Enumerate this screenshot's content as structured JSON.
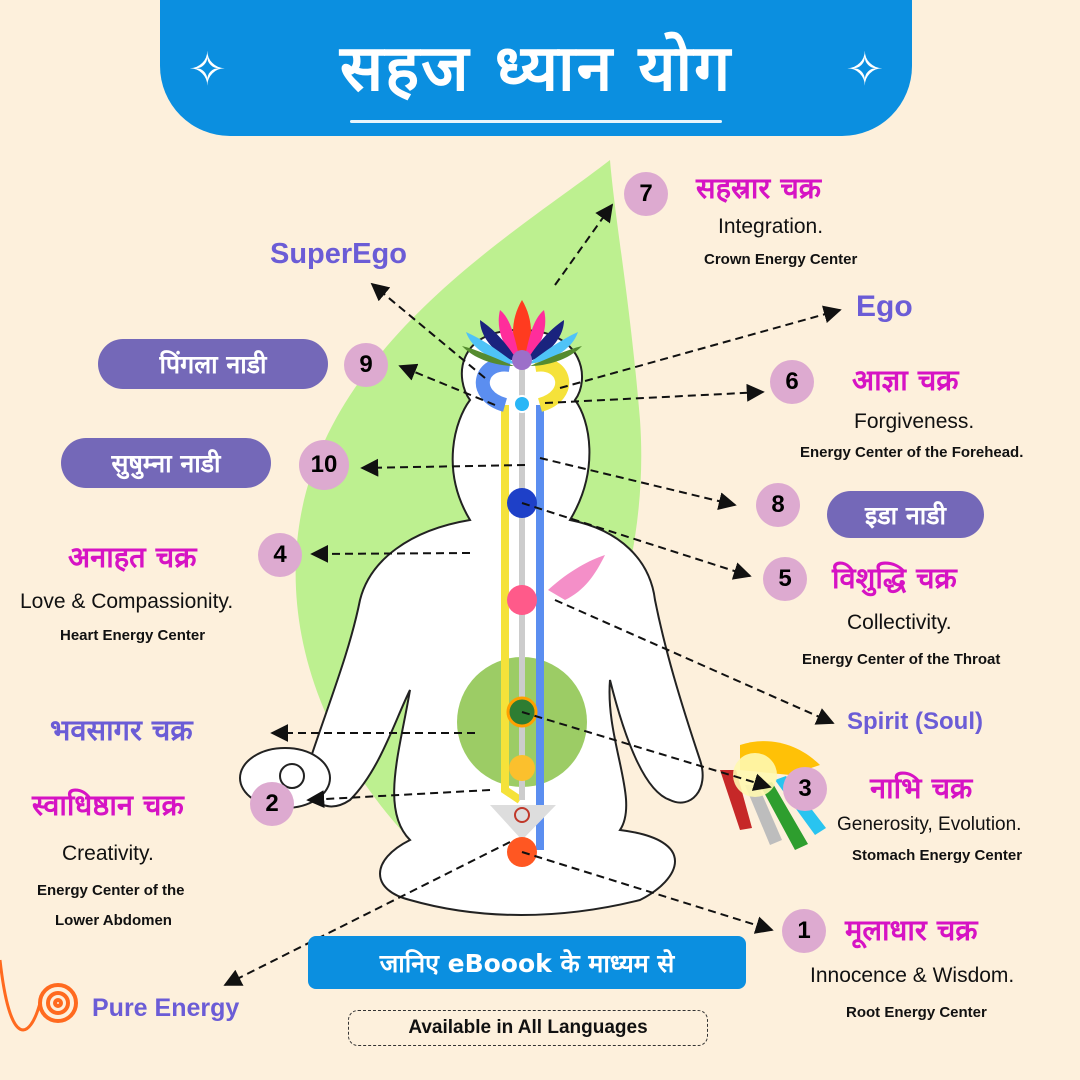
{
  "header": {
    "title": "सहज ध्यान योग",
    "ornament_left": "✧",
    "ornament_right": "✧",
    "bg_color": "#0b8fe0"
  },
  "chakras": [
    {
      "number": "1",
      "name_hi": "मूलाधार चक्र",
      "quality": "Innocence & Wisdom.",
      "center": "Root Energy Center"
    },
    {
      "number": "2",
      "name_hi": "स्वाधिष्ठान चक्र",
      "quality": "Creativity.",
      "center_line1": "Energy Center of the",
      "center_line2": "Lower Abdomen"
    },
    {
      "number": "3",
      "name_hi": "नाभि चक्र",
      "quality": "Generosity, Evolution.",
      "center": "Stomach Energy Center"
    },
    {
      "number": "4",
      "name_hi": "अनाहत चक्र",
      "quality": "Love & Compassionity.",
      "center": "Heart Energy Center"
    },
    {
      "number": "5",
      "name_hi": "विशुद्धि चक्र",
      "quality": "Collectivity.",
      "center": "Energy Center of the Throat"
    },
    {
      "number": "6",
      "name_hi": "आज्ञा चक्र",
      "quality": "Forgiveness.",
      "center": "Energy Center of the Forehead."
    },
    {
      "number": "7",
      "name_hi": "सहस्रार चक्र",
      "quality": "Integration.",
      "center": "Crown Energy Center"
    }
  ],
  "nadis": [
    {
      "number": "8",
      "name_hi": "इडा नाडी"
    },
    {
      "number": "9",
      "name_hi": "पिंगला नाडी"
    },
    {
      "number": "10",
      "name_hi": "सुषुम्ना नाडी"
    }
  ],
  "other_labels": {
    "superego": "SuperEgo",
    "ego": "Ego",
    "spirit": "Spirit (Soul)",
    "bhavsagar": "भवसागर चक्र",
    "pure_energy": "Pure Energy"
  },
  "footer": {
    "cta": "जानिए eBoook के माध्यम से",
    "available": "Available in All Languages"
  },
  "colors": {
    "background": "#fdf0dc",
    "accent_blue": "#0b8fe0",
    "chakra_name": "#d613c4",
    "label_purple": "#6b5cd6",
    "pill_purple": "#7468b8",
    "number_badge": "#ddaad0",
    "leaf_green": "#bdf090"
  }
}
